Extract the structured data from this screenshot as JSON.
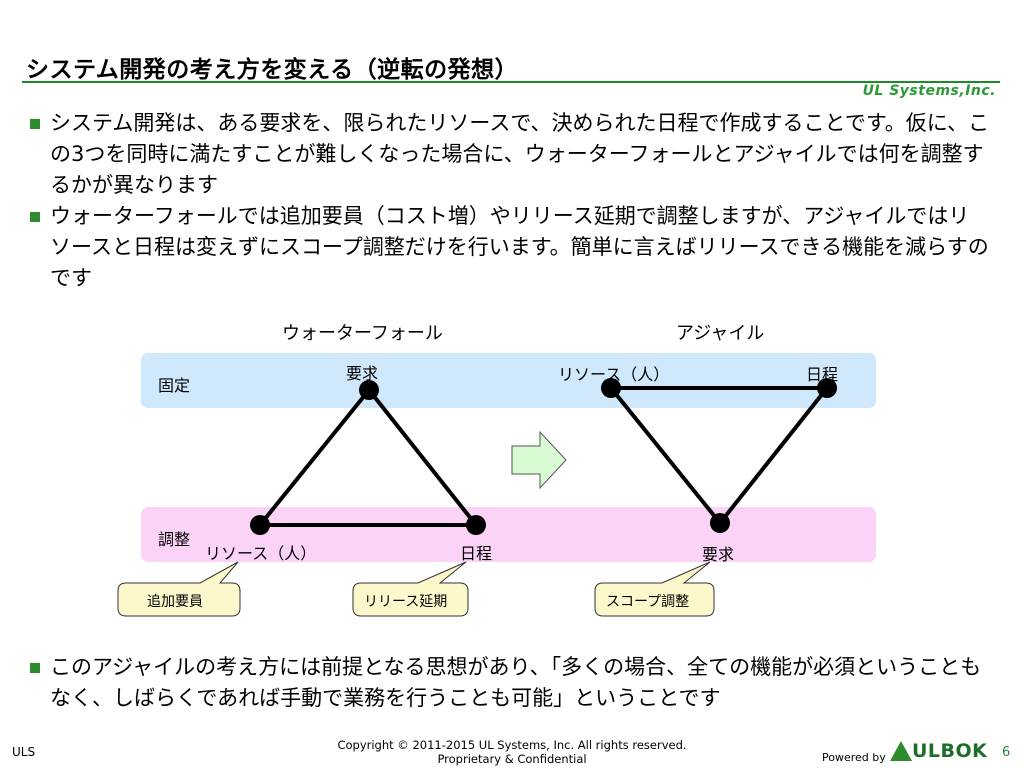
{
  "title": "システム開発の考え方を変える（逆転の発想）",
  "brand": "UL Systems,Inc.",
  "bullets": [
    "システム開発は、ある要求を、限られたリソースで、決められた日程で作成することです。仮に、この3つを同時に満たすことが難しくなった場合に、ウォーターフォールとアジャイルでは何を調整するかが異なります",
    "ウォーターフォールでは追加要員（コスト増）やリリース延期で調整しますが、アジャイルではリソースと日程は変えずにスコープ調整だけを行います。簡単に言えばリリースできる機能を減らすのです",
    "このアジャイルの考え方には前提となる思想があり、「多くの場合、全ての機能が必須ということもなく、しばらくであれば手動で業務を行うことも可能」ということです"
  ],
  "diagram": {
    "band_fixed": "固定",
    "band_adjust": "調整",
    "waterfall": {
      "title": "ウォーターフォール",
      "requirement": "要求",
      "resource": "リソース（人）",
      "schedule": "日程"
    },
    "agile": {
      "title": "アジャイル",
      "resource": "リソース（人）",
      "schedule": "日程",
      "requirement": "要求"
    },
    "callouts": [
      "追加要員",
      "リリース延期",
      "スコープ調整"
    ],
    "colors": {
      "band_fixed": "#cfe8fb",
      "band_adjust": "#fbd3f7",
      "callout": "#fdf7cc",
      "arrow": "#d9fbd3"
    }
  },
  "footer": {
    "left": "ULS",
    "copyright": "Copyright © 2011-2015 UL Systems, Inc.  All rights reserved.",
    "confidential": "Proprietary & Confidential",
    "powered_by": "Powered by",
    "logo": "ULBOK",
    "page_number": "6"
  }
}
